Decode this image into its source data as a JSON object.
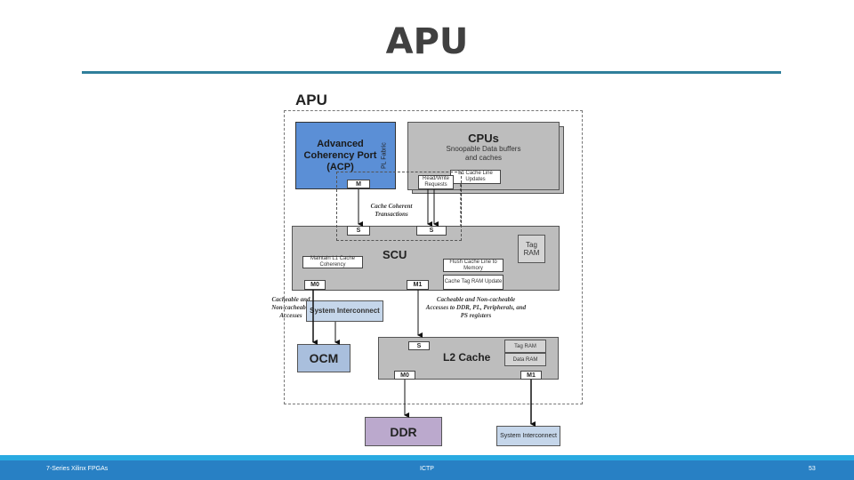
{
  "slide": {
    "title": "APU",
    "footer": {
      "left": "7-Series Xilinx FPGAs",
      "center": "ICTP",
      "page": "53"
    }
  },
  "diagram": {
    "apu_label": "APU",
    "acp": {
      "title_lines": [
        "Advanced",
        "Coherency Port",
        "(ACP)"
      ],
      "side_label": "PL Fabric",
      "port": "M"
    },
    "cpus": {
      "title": "CPUs",
      "subtitle": "Snoopable Data buffers and caches",
      "l1_label": "L1 Cache Line Updates",
      "rw_label": "Read/Write Requests"
    },
    "coherent_transactions_label": "Cache Coherent Transactions",
    "scu": {
      "title": "SCU",
      "slave_ports": [
        "S",
        "S"
      ],
      "maintain_label": "Maintain L1 Cache Coherency",
      "flush_label": "Flush Cache Line to Memory",
      "tag_update_label": "Cache Tag RAM Update",
      "tag_ram_label": "Tag RAM",
      "master_ports": [
        "M0",
        "M1"
      ]
    },
    "left_access_label": "Cacheable and Non-cacheable Accesses",
    "right_access_label": "Cacheable and Non-cacheable Accesses to DDR, PL, Peripherals, and PS registers",
    "system_interconnect_top": "System Interconnect",
    "ocm": "OCM",
    "l2": {
      "title": "L2 Cache",
      "slave_port": "S",
      "tag_ram": "Tag RAM",
      "data_ram": "Data RAM",
      "master_ports": [
        "M0",
        "M1"
      ]
    },
    "ddr": "DDR",
    "system_interconnect_bottom": "System Interconnect"
  },
  "colors": {
    "acp_blue": "#5b8fd6",
    "block_gray": "#bdbdbd",
    "ocm_blue": "#a9bfdd",
    "interconnect_blue": "#c5d6ea",
    "ddr_purple": "#bba9cd",
    "title_rule": "#2f7f9b",
    "footer_blue": "#2880c4",
    "footer_strip": "#29aae1"
  }
}
